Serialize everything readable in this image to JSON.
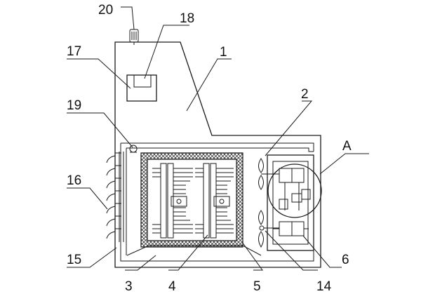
{
  "labels": {
    "l1": "1",
    "l2": "2",
    "l3": "3",
    "l4": "4",
    "l5": "5",
    "l6": "6",
    "l14": "14",
    "l15": "15",
    "l16": "16",
    "l17": "17",
    "l18": "18",
    "l19": "19",
    "l20": "20",
    "lA": "A"
  }
}
